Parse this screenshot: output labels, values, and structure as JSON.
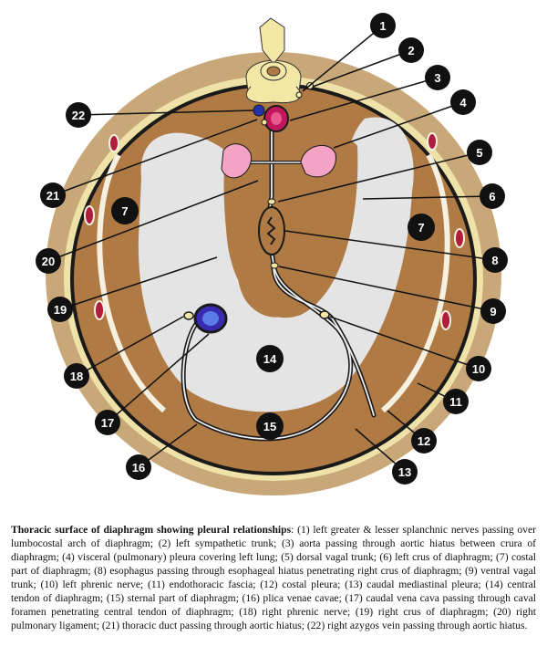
{
  "caption": {
    "title": "Thoracic surface of diaphragm showing pleural relationships",
    "text": ": (1) left greater & lesser splanchnic nerves passing over lumbocostal arch of diaphragm; (2) left sympathetic trunk; (3) aorta passing through aortic hiatus between crura of diaphragm; (4) visceral (pulmonary) pleura covering left lung; (5) dorsal vagal trunk; (6) left crus of diaphragm; (7) costal part of diaphragm; (8) esophagus passing through esophageal hiatus penetrating right crus of diaphragm; (9) ventral vagal trunk; (10) left phrenic nerve; (11) endothoracic fascia; (12) costal pleura; (13) caudal mediastinal pleura; (14) central tendon of diaphragm; (15) sternal part of diaphragm; (16) plica venae cavae; (17) caudal vena cava passing through caval foramen penetrating central tendon of diaphragm; (18) right phrenic nerve; (19) right crus of diaphragm; (20) right pulmonary ligament; (21) thoracic duct passing through aortic hiatus; (22) right azygos vein passing through aortic hiatus."
  },
  "callouts": [
    "1",
    "2",
    "3",
    "4",
    "5",
    "6",
    "7",
    "7",
    "8",
    "9",
    "10",
    "11",
    "12",
    "13",
    "14",
    "15",
    "16",
    "17",
    "18",
    "19",
    "20",
    "21",
    "22"
  ],
  "colors": {
    "muscle": "#b07a45",
    "tendon_gray": "#e4e4e4",
    "fascia_cream": "#efe2a8",
    "outer_tan": "#c8a878",
    "pleura_line": "#1a1a1a",
    "label_black": "#111111",
    "aorta": "#c2185b",
    "vena_cava": "#3a2ab0",
    "lung_pink": "#f4a3c4",
    "vertebra": "#f3e7a6"
  }
}
